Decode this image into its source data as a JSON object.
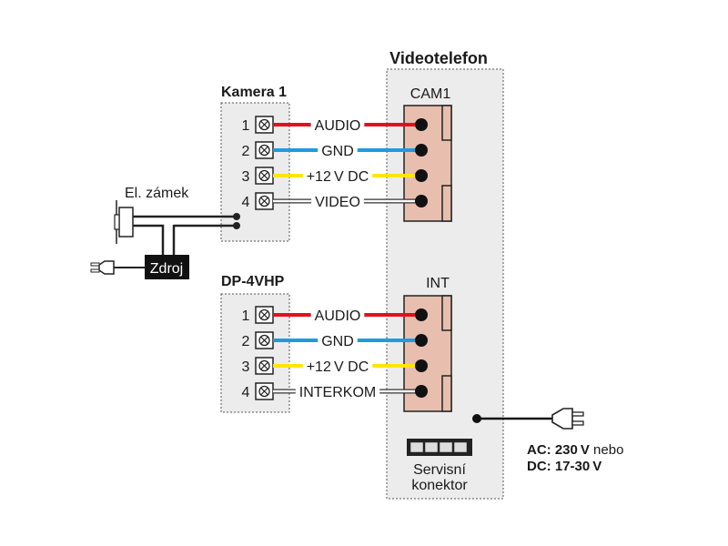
{
  "title": "Videotelefon",
  "colors": {
    "audio": "#e3101e",
    "gnd": "#1e9be0",
    "power": "#ffe600",
    "video": "#ffffff",
    "connector_fill": "#e8bfae",
    "panel_fill": "#ececec"
  },
  "camera": {
    "title": "Kamera 1",
    "terminals": [
      {
        "num": "1",
        "signal": "AUDIO",
        "wire": "audio"
      },
      {
        "num": "2",
        "signal": "GND",
        "wire": "gnd"
      },
      {
        "num": "3",
        "signal": "+12 V DC",
        "wire": "power"
      },
      {
        "num": "4",
        "signal": "VIDEO",
        "wire": "video"
      }
    ]
  },
  "doorstation": {
    "title": "DP-4VHP",
    "terminals": [
      {
        "num": "1",
        "signal": "AUDIO",
        "wire": "audio"
      },
      {
        "num": "2",
        "signal": "GND",
        "wire": "gnd"
      },
      {
        "num": "3",
        "signal": "+12 V DC",
        "wire": "power"
      },
      {
        "num": "4",
        "signal": "INTERKOM",
        "wire": "video"
      }
    ]
  },
  "videophone": {
    "cam_connector": "CAM1",
    "int_connector": "INT",
    "service_label_line1": "Servisní",
    "service_label_line2": "konektor"
  },
  "lock": {
    "label": "El. zámek"
  },
  "psu": {
    "label": "Zdroj"
  },
  "power_supply": {
    "ac_bold": "AC: 230 V",
    "ac_suffix": " nebo",
    "dc_bold": "DC: 17-30 V"
  }
}
